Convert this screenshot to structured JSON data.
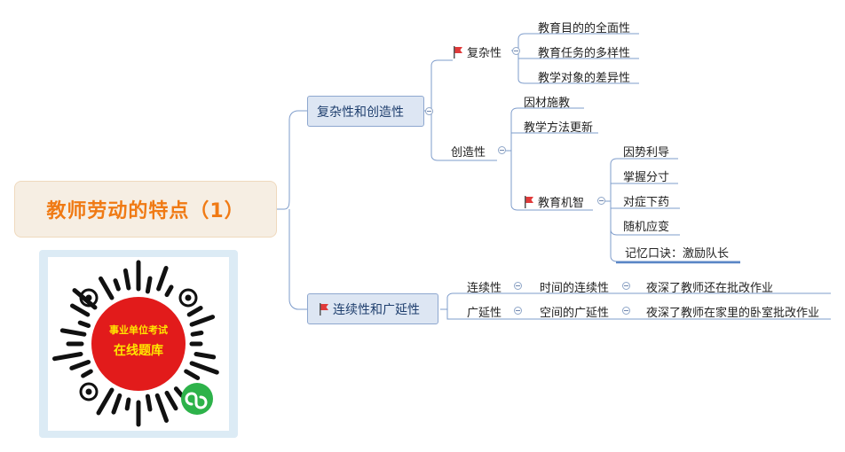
{
  "root": {
    "title": "教师劳动的特点（1）"
  },
  "branches": {
    "complex_creative": {
      "label": "复杂性和创造性",
      "complex": {
        "label": "复杂性",
        "items": [
          "教育目的的全面性",
          "教育任务的多样性",
          "教学对象的差异性"
        ]
      },
      "creative": {
        "label": "创造性",
        "items": [
          "因材施教",
          "教学方法更新"
        ],
        "wisdom": {
          "label": "教育机智",
          "items": [
            "因势利导",
            "掌握分寸",
            "对症下药",
            "随机应变",
            "记忆口诀：激励队长"
          ]
        }
      }
    },
    "continuity_extension": {
      "label": "连续性和广延性",
      "continuity": {
        "label": "连续性",
        "sub": "时间的连续性",
        "example": "夜深了教师还在批改作业"
      },
      "extension": {
        "label": "广延性",
        "sub": "空间的广延性",
        "example": "夜深了教师在家里的卧室批改作业"
      }
    }
  },
  "qr": {
    "line1": "事业单位考试",
    "line2": "在线题库"
  },
  "colors": {
    "root_text": "#f07a14",
    "line": "#7e9ccb",
    "flag": "#e03a3a",
    "qr_red": "#e21b1b",
    "qr_yellow": "#ffe600",
    "qr_green": "#2db24a"
  }
}
